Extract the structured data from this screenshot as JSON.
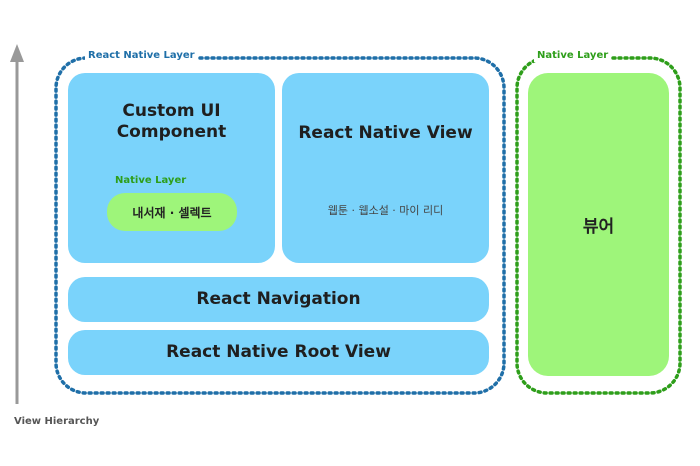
{
  "axis": {
    "label": "View Hierarchy"
  },
  "react_native_layer": {
    "label": "React Native Layer",
    "custom_ui": {
      "title_line1": "Custom UI",
      "title_line2": "Component",
      "native_layer_label": "Native Layer",
      "native_item": "내서재 · 셀렉트"
    },
    "rn_view": {
      "title": "React Native View",
      "subtitle": "웹툰 · 웹소설 · 마이 리디"
    },
    "navigation": {
      "title": "React Navigation"
    },
    "root_view": {
      "title": "React Native Root View"
    }
  },
  "native_layer": {
    "label": "Native Layer",
    "viewer": "뷰어"
  },
  "colors": {
    "blue_box": "#7ad3fb",
    "green_box": "#9ef57a",
    "blue_dotted": "#1f6fa8",
    "green_dotted": "#2e9e1a",
    "arrow": "#999999"
  }
}
